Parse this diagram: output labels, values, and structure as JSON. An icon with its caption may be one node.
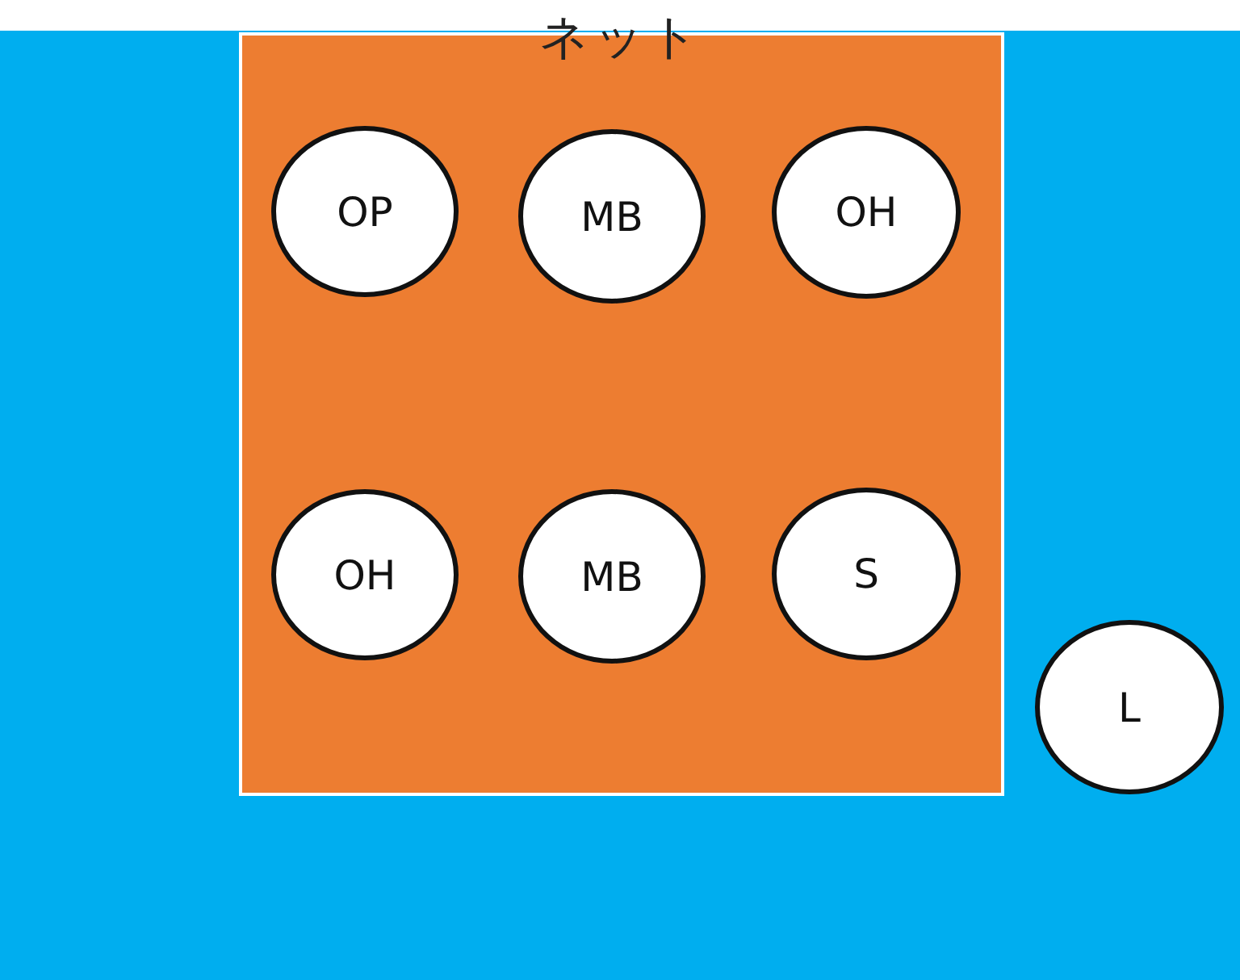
{
  "diagram": {
    "nodes": [
      {
        "text": [
          "ネット"
        ]
      },
      {
        "text": [
          "OP"
        ],
        "in": 0
      },
      {
        "text": [
          "MB"
        ],
        "in": 0
      },
      {
        "text": [
          "OH"
        ],
        "in": 0
      },
      {
        "text": [
          "OH"
        ],
        "in": 0
      },
      {
        "text": [
          "MB"
        ],
        "in": 0
      },
      {
        "text": [
          "S"
        ],
        "in": 0
      },
      {
        "text": [
          "L"
        ]
      }
    ]
  }
}
